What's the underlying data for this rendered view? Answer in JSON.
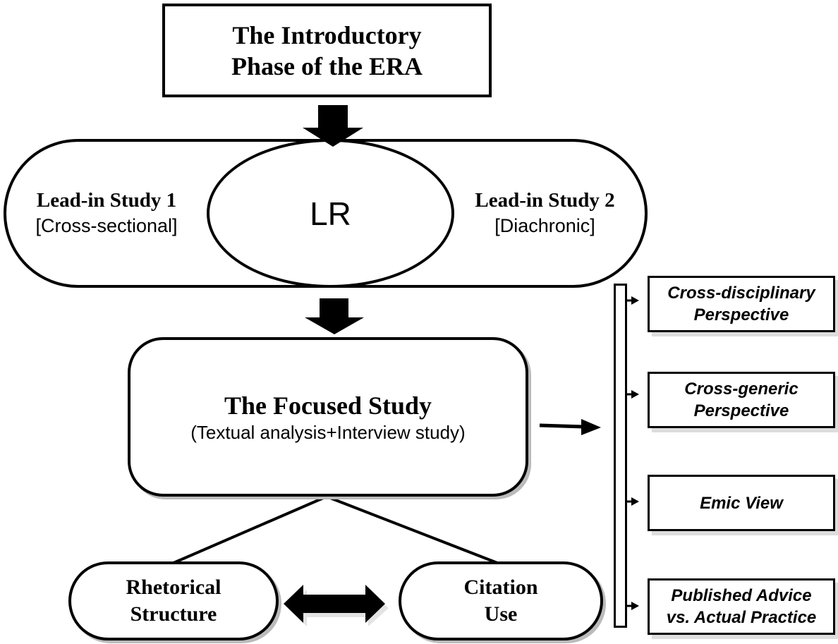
{
  "intro": {
    "lines": [
      "The Introductory",
      "Phase of the ERA"
    ]
  },
  "lr": {
    "label": "LR"
  },
  "lead_in_1": {
    "title": "Lead-in Study 1",
    "subtitle": "[Cross-sectional]"
  },
  "lead_in_2": {
    "title": "Lead-in Study 2",
    "subtitle": "[Diachronic]"
  },
  "focused": {
    "title": "The Focused Study",
    "subtitle": "(Textual analysis+Interview study)"
  },
  "rhetorical": {
    "lines": [
      "Rhetorical",
      "Structure"
    ]
  },
  "citation": {
    "lines": [
      "Citation",
      "Use"
    ]
  },
  "perspectives": [
    {
      "lines": [
        "Cross-disciplinary",
        "Perspective"
      ]
    },
    {
      "lines": [
        "Cross-generic",
        "Perspective"
      ]
    },
    {
      "lines": [
        "Emic View"
      ]
    },
    {
      "lines": [
        "Published Advice",
        "vs. Actual Practice"
      ]
    }
  ]
}
